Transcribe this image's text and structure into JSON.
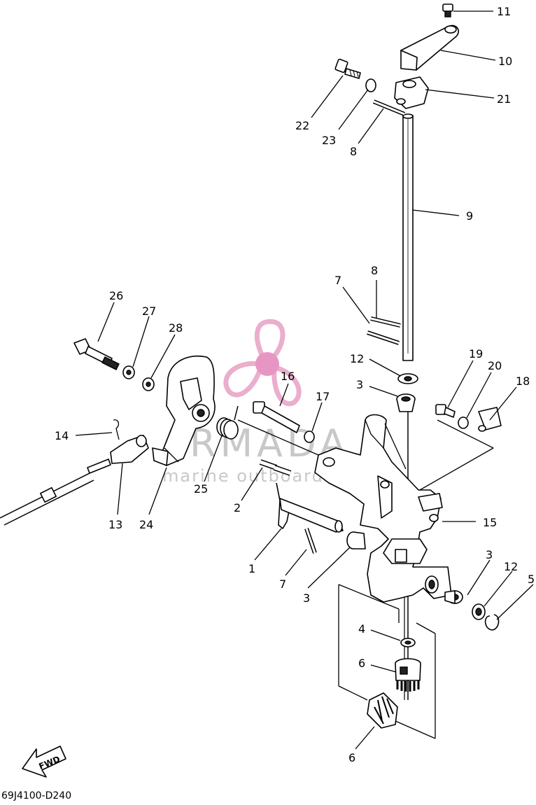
{
  "diagram_code": "69J4100-D240",
  "watermark": {
    "brand": "ARMADA",
    "tagline": "marine outboards",
    "logo_color": "#e9a6c8",
    "logo_center_color": "#e58bbd"
  },
  "fwd_label": "FWD",
  "callouts": {
    "c11": "11",
    "c10": "10",
    "c21": "21",
    "c22": "22",
    "c23": "23",
    "c8a": "8",
    "c9": "9",
    "c7a": "7",
    "c8b": "8",
    "c26": "26",
    "c27": "27",
    "c28": "28",
    "c12a": "12",
    "c3a": "3",
    "c19": "19",
    "c20": "20",
    "c18": "18",
    "c16": "16",
    "c17": "17",
    "c14": "14",
    "c15": "15",
    "c25": "25",
    "c2": "2",
    "c13": "13",
    "c24": "24",
    "c1": "1",
    "c7b": "7",
    "c3b": "3",
    "c3c": "3",
    "c12b": "12",
    "c5": "5",
    "c4": "4",
    "c6a": "6",
    "c6b": "6"
  }
}
